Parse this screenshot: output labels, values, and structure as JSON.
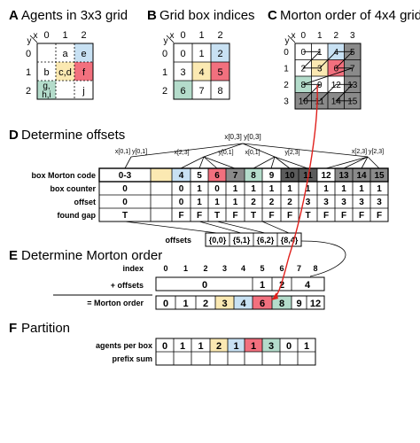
{
  "panel_a": {
    "letter": "A",
    "title": "Agents in 3x3 grid",
    "x_axis": "x",
    "y_axis": "y",
    "col_labels": [
      "0",
      "1",
      "2"
    ],
    "row_labels": [
      "0",
      "1",
      "2"
    ],
    "cells": [
      [
        "",
        "a",
        "e"
      ],
      [
        "b",
        "c,d",
        "f"
      ],
      [
        "g,\nh,i",
        "",
        "j"
      ]
    ]
  },
  "panel_b": {
    "letter": "B",
    "title": "Grid box indices",
    "x_axis": "x",
    "y_axis": "y",
    "col_labels": [
      "0",
      "1",
      "2"
    ],
    "row_labels": [
      "0",
      "1",
      "2"
    ],
    "cells": [
      [
        "0",
        "1",
        "2"
      ],
      [
        "3",
        "4",
        "5"
      ],
      [
        "6",
        "7",
        "8"
      ]
    ]
  },
  "panel_c": {
    "letter": "C",
    "title": "Morton order of 4x4 grid",
    "x_axis": "x",
    "y_axis": "y",
    "col_labels": [
      "0",
      "1",
      "2",
      "3"
    ],
    "row_labels": [
      "0",
      "1",
      "2",
      "3"
    ],
    "cells": [
      [
        "0",
        "1",
        "4",
        "5"
      ],
      [
        "2",
        "3",
        "6",
        "7"
      ],
      [
        "8",
        "9",
        "12",
        "13"
      ],
      [
        "10",
        "11",
        "14",
        "15"
      ]
    ]
  },
  "panel_d": {
    "letter": "D",
    "title": "Determine offsets",
    "top_label": "x[0,3] y[0,3]",
    "mid_labels": [
      "x[0,1] y[0,1]",
      "x[2,3]",
      "y[0,1]",
      "x[0,1]",
      "y[2,3]",
      "x[2,3] y[2,3]"
    ],
    "row_labels": [
      "box Morton code",
      "box counter",
      "offset",
      "found gap"
    ],
    "morton_codes": [
      "0-3",
      "",
      "4",
      "5",
      "6",
      "7",
      "8",
      "9",
      "10",
      "11",
      "12",
      "13",
      "14",
      "15"
    ],
    "box_counter": [
      "0",
      "",
      "0",
      "1",
      "0",
      "1",
      "1",
      "1",
      "1",
      "1",
      "1",
      "1",
      "1",
      "1"
    ],
    "offset": [
      "0",
      "",
      "0",
      "1",
      "1",
      "1",
      "2",
      "2",
      "2",
      "3",
      "3",
      "3",
      "3",
      "3"
    ],
    "found_gap": [
      "T",
      "",
      "F",
      "F",
      "T",
      "F",
      "T",
      "F",
      "F",
      "T",
      "F",
      "F",
      "F",
      "F"
    ],
    "offsets_label": "offsets",
    "offsets_values": [
      "{0,0}",
      "{5,1}",
      "{6,2}",
      "{8,4}"
    ]
  },
  "panel_e": {
    "letter": "E",
    "title": "Determine Morton order",
    "index_label": "index",
    "index_values": [
      "0",
      "1",
      "2",
      "3",
      "4",
      "5",
      "6",
      "7",
      "8"
    ],
    "offsets_label": "+ offsets",
    "offsets_values": [
      "0",
      "1",
      "2",
      "4"
    ],
    "result_label": "= Morton order",
    "result_values": [
      "0",
      "1",
      "2",
      "3",
      "4",
      "6",
      "8",
      "9",
      "12"
    ]
  },
  "panel_f": {
    "letter": "F",
    "title": "Partition",
    "agents_label": "agents per box",
    "agents_values": [
      "0",
      "1",
      "1",
      "2",
      "1",
      "1",
      "3",
      "0",
      "1"
    ],
    "prefix_label": "prefix sum",
    "prefix_values": [
      "",
      "",
      "",
      "",
      "",
      "",
      "",
      "",
      ""
    ]
  },
  "colors": {
    "yellow": "#fbe9b2",
    "blue": "#c8e1f3",
    "red": "#f2707e",
    "green": "#b4dccb",
    "gray": "#8a8a8a",
    "darkgray": "#5b5b5b",
    "arrow_red": "#e0201c"
  }
}
